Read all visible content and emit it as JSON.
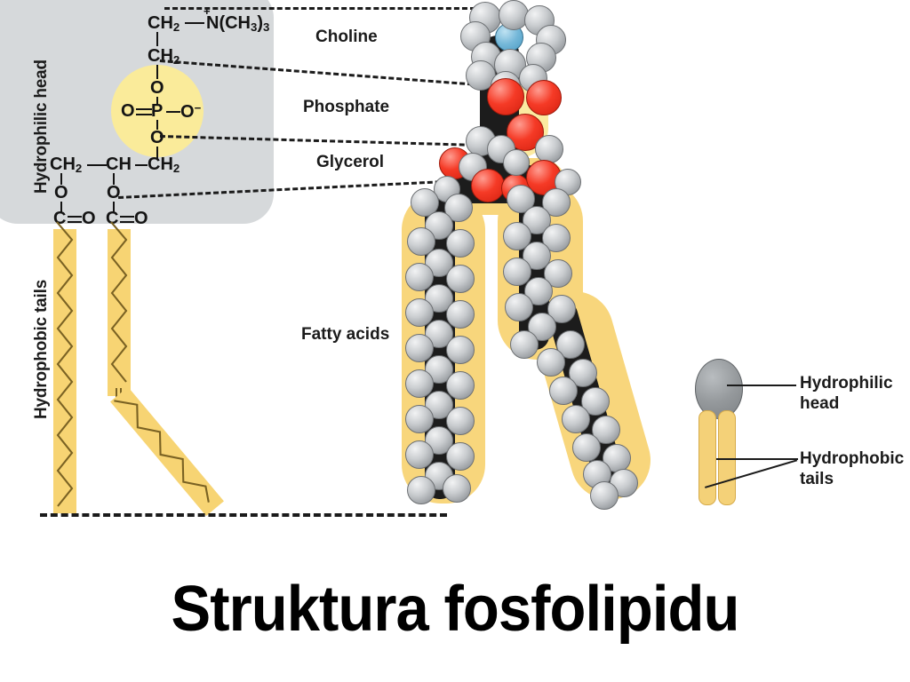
{
  "title": "Struktura fosfolipidu",
  "panel": {
    "head_label": "Hydrophilic head",
    "tails_label": "Hydrophobic tails"
  },
  "formula": {
    "choline_top": "CH",
    "choline_top_sub": "2",
    "choline_n": "N(CH",
    "choline_n_sub": "3",
    "choline_n_sub2": ")",
    "choline_n_sub3": "3",
    "choline_charge": "+",
    "ch2_second": "CH",
    "ch2_second_sub": "2",
    "o_upper": "O",
    "phosphate_left_o": "O",
    "phosphate_p": "P",
    "phosphate_right_o": "O",
    "phosphate_right_charge": "−",
    "o_lower": "O",
    "glycerol_c1": "CH",
    "glycerol_c1_sub": "2",
    "glycerol_c2": "CH",
    "glycerol_c3": "CH",
    "glycerol_c3_sub": "2",
    "ester_o_left": "O",
    "ester_o_right": "O",
    "carbonyl_left": "C",
    "carbonyl_left_o": "O",
    "carbonyl_right": "C",
    "carbonyl_right_o": "O"
  },
  "callouts": {
    "choline": "Choline",
    "phosphate": "Phosphate",
    "glycerol": "Glycerol",
    "fatty_acids": "Fatty acids"
  },
  "simple_icon": {
    "head_line1": "Hydrophilic",
    "head_line2": "head",
    "tails_line1": "Hydrophobic",
    "tails_line2": "tails"
  },
  "colors": {
    "panel_gray": "#d6d9db",
    "phosphate_yellow": "#faeb9a",
    "tail_yellow": "#f7d473",
    "halo_yellow": "#f8d67c",
    "carbon_gray": "#c9cccf",
    "oxygen_red": "#f53a26",
    "nitrogen_blue": "#74b7d8",
    "text_black": "#1b1b1b",
    "head_gray": "#95999c"
  },
  "icons": {
    "choline_atom": "nitrogen-atom-sphere",
    "oxygen_atom": "oxygen-atom-sphere",
    "carbon_atom": "carbon-atom-sphere"
  }
}
